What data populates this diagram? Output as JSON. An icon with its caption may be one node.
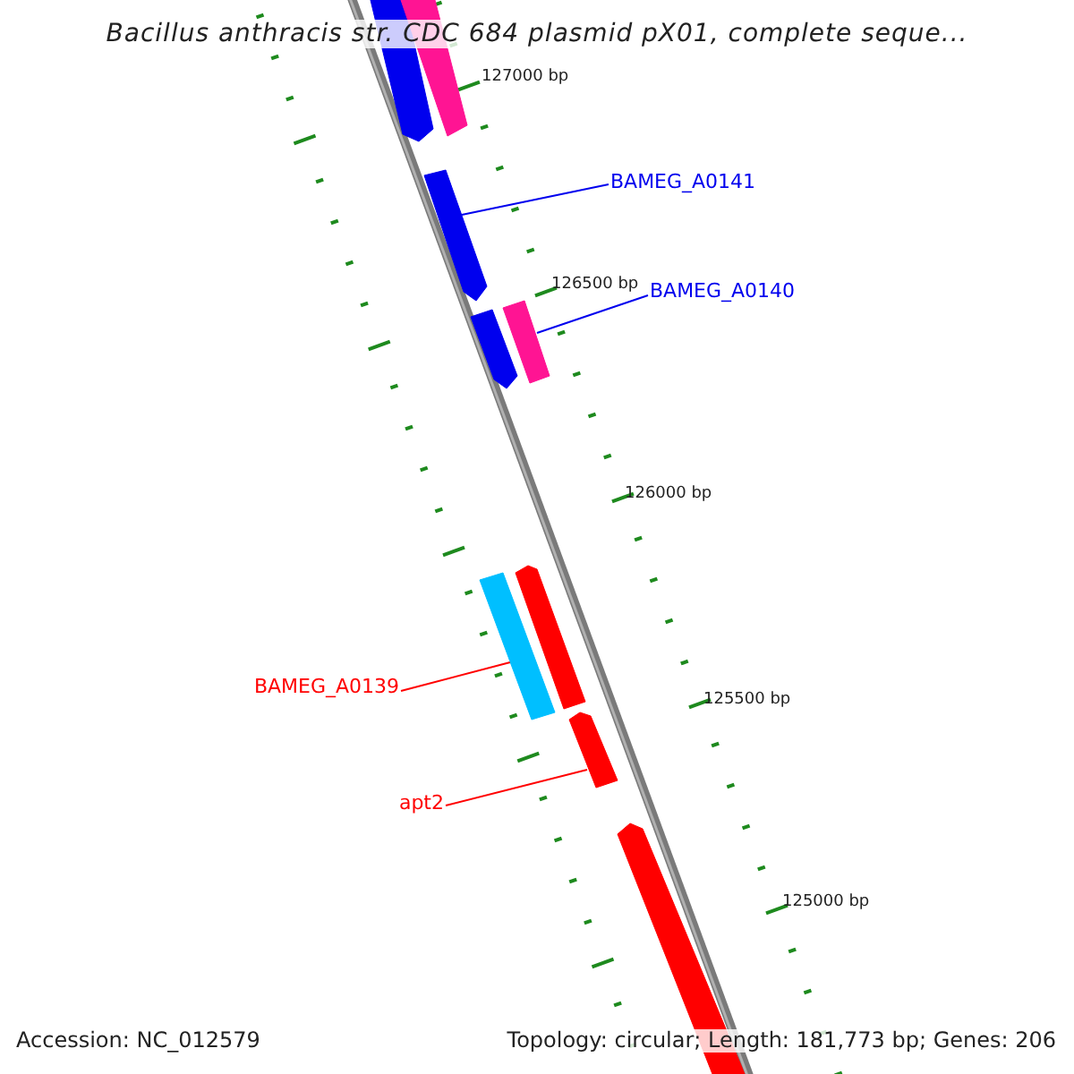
{
  "diagram": {
    "title": "Bacillus anthracis str. CDC 684 plasmid pX01, complete seque...",
    "nodes": [
      {
        "text": [],
        "shape": "arrow"
      },
      {
        "text": [],
        "shape": "bar"
      },
      {
        "text": [
          "BAMEG_A0141"
        ]
      },
      {
        "text": [],
        "shape": "arrow"
      },
      {
        "text": [
          "BAMEG_A0140"
        ]
      },
      {
        "text": [],
        "shape": "arrow"
      },
      {
        "text": [],
        "shape": "bar"
      },
      {
        "text": [],
        "shape": "bar"
      },
      {
        "text": [],
        "shape": "arrow"
      },
      {
        "text": [
          "BAMEG_A0139"
        ]
      },
      {
        "text": [],
        "shape": "arrow"
      },
      {
        "text": [
          "apt2"
        ]
      },
      {
        "text": [],
        "shape": "arrow"
      }
    ],
    "edges": [
      {
        "from": 2,
        "to": 3,
        "arrow": "none",
        "color": "#0000ee"
      },
      {
        "from": 4,
        "to": 6,
        "arrow": "none",
        "color": "#0000ee"
      },
      {
        "from": 9,
        "to": 7,
        "arrow": "none",
        "color": "#ff0000"
      },
      {
        "from": 11,
        "to": 10,
        "arrow": "none",
        "color": "#ff0000"
      }
    ],
    "labels": [
      "127000 bp",
      "126500 bp",
      "126000 bp",
      "125500 bp",
      "125000 bp",
      "Accession: NC_012579",
      "Topology: circular; Length: 181,773 bp; Genes: 206"
    ]
  }
}
